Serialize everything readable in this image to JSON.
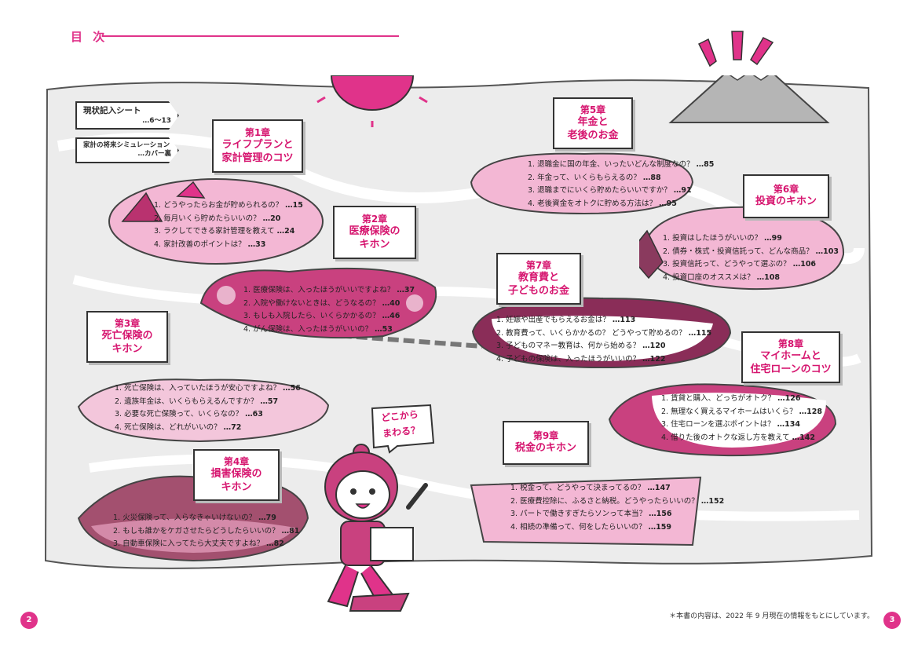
{
  "header": {
    "title": "目 次"
  },
  "side_signs": {
    "sheet": {
      "label": "現状記入シート",
      "pages": "…6～13"
    },
    "simulation": {
      "label": "家計の将来シミュレーション",
      "pages": "…カバー裏"
    }
  },
  "chapters": [
    {
      "chapter": "第1章",
      "title_lines": [
        "ライフプランと",
        "家計管理のコツ"
      ],
      "items": [
        {
          "text": "1. どうやったらお金が貯められるの？",
          "page": "…15"
        },
        {
          "text": "2. 毎月いくら貯めたらいいの？",
          "page": "…20"
        },
        {
          "text": "3. ラクしてできる家計管理を教えて",
          "page": "…24"
        },
        {
          "text": "4. 家計改善のポイントは？",
          "page": "…33"
        }
      ]
    },
    {
      "chapter": "第2章",
      "title_lines": [
        "医療保険の",
        "キホン"
      ],
      "items": [
        {
          "text": "1. 医療保険は、入ったほうがいいですよね？",
          "page": "…37"
        },
        {
          "text": "2. 入院や働けないときは、どうなるの？",
          "page": "…40"
        },
        {
          "text": "3. もしも入院したら、いくらかかるの？",
          "page": "…46"
        },
        {
          "text": "4. がん保険は、入ったほうがいいの？",
          "page": "…53"
        }
      ]
    },
    {
      "chapter": "第3章",
      "title_lines": [
        "死亡保険の",
        "キホン"
      ],
      "items": [
        {
          "text": "1. 死亡保険は、入っていたほうが安心ですよね？",
          "page": "…56"
        },
        {
          "text": "2. 遺族年金は、いくらもらえるんですか？",
          "page": "…57"
        },
        {
          "text": "3. 必要な死亡保険って、いくらなの？",
          "page": "…63"
        },
        {
          "text": "4. 死亡保険は、どれがいいの？",
          "page": "…72"
        }
      ]
    },
    {
      "chapter": "第4章",
      "title_lines": [
        "損害保険の",
        "キホン"
      ],
      "items": [
        {
          "text": "1. 火災保険って、入らなきゃいけないの？",
          "page": "…79"
        },
        {
          "text": "2. もしも誰かをケガさせたらどうしたらいいの？",
          "page": "…81"
        },
        {
          "text": "3. 自動車保険に入ってたら大丈夫ですよね？",
          "page": "…82"
        }
      ]
    },
    {
      "chapter": "第5章",
      "title_lines": [
        "年金と",
        "老後のお金"
      ],
      "items": [
        {
          "text": "1. 退職金に国の年金、いったいどんな制度なの？",
          "page": "…85"
        },
        {
          "text": "2. 年金って、いくらもらえるの？",
          "page": "…88"
        },
        {
          "text": "3. 退職までにいくら貯めたらいいですか？",
          "page": "…91"
        },
        {
          "text": "4. 老後資金をオトクに貯める方法は？",
          "page": "…95"
        }
      ]
    },
    {
      "chapter": "第6章",
      "title_lines": [
        "投資のキホン"
      ],
      "items": [
        {
          "text": "1. 投資はしたほうがいいの？",
          "page": "…99"
        },
        {
          "text": "2. 債券・株式・投資信託って、どんな商品？",
          "page": "…103"
        },
        {
          "text": "3. 投資信託って、どうやって選ぶの？",
          "page": "…106"
        },
        {
          "text": "4. 投資口座のオススメは？",
          "page": "…108"
        }
      ]
    },
    {
      "chapter": "第7章",
      "title_lines": [
        "教育費と",
        "子どものお金"
      ],
      "items": [
        {
          "text": "1. 妊娠や出産でもらえるお金は？",
          "page": "…113"
        },
        {
          "text": "2. 教育費って、いくらかかるの？ どうやって貯めるの？",
          "page": "…115"
        },
        {
          "text": "3. 子どものマネー教育は、何から始める？",
          "page": "…120"
        },
        {
          "text": "4. 子どもの保険は、入ったほうがいいの？",
          "page": "…122"
        }
      ]
    },
    {
      "chapter": "第8章",
      "title_lines": [
        "マイホームと",
        "住宅ローンのコツ"
      ],
      "items": [
        {
          "text": "1. 賃貸と購入、どっちがオトク？",
          "page": "…126"
        },
        {
          "text": "2. 無理なく買えるマイホームはいくら？",
          "page": "…128"
        },
        {
          "text": "3. 住宅ローンを選ぶポイントは？",
          "page": "…134"
        },
        {
          "text": "4. 借りた後のオトクな返し方を教えて",
          "page": "…142"
        }
      ]
    },
    {
      "chapter": "第9章",
      "title_lines": [
        "税金のキホン"
      ],
      "items": [
        {
          "text": "1. 税金って、どうやって決まってるの？",
          "page": "…147"
        },
        {
          "text": "2. 医療費控除に、ふるさと納税。どうやったらいいの？",
          "page": "…152"
        },
        {
          "text": "3. パートで働きすぎたらソンって本当？",
          "page": "…156"
        },
        {
          "text": "4. 相続の準備って、何をしたらいいの？",
          "page": "…159"
        }
      ]
    }
  ],
  "speech_bubble": {
    "lines": [
      "どこから",
      "まわる？"
    ]
  },
  "footer": {
    "left_page": "2",
    "right_page": "3",
    "note": "＊本書の内容は、2022 年 9 月現在の情報をもとにしています。"
  },
  "colors": {
    "accent": "#e0338a",
    "chapter_title": "#d6156f",
    "island_light": "#f3b7d4",
    "island_dark": "#9c2a62",
    "map_gray": "#e6e6e6"
  },
  "icons": [
    "sun-icon",
    "mountain-icon",
    "signpost-icon",
    "girl-explorer-illustration",
    "deer-icon",
    "tent-icon"
  ]
}
